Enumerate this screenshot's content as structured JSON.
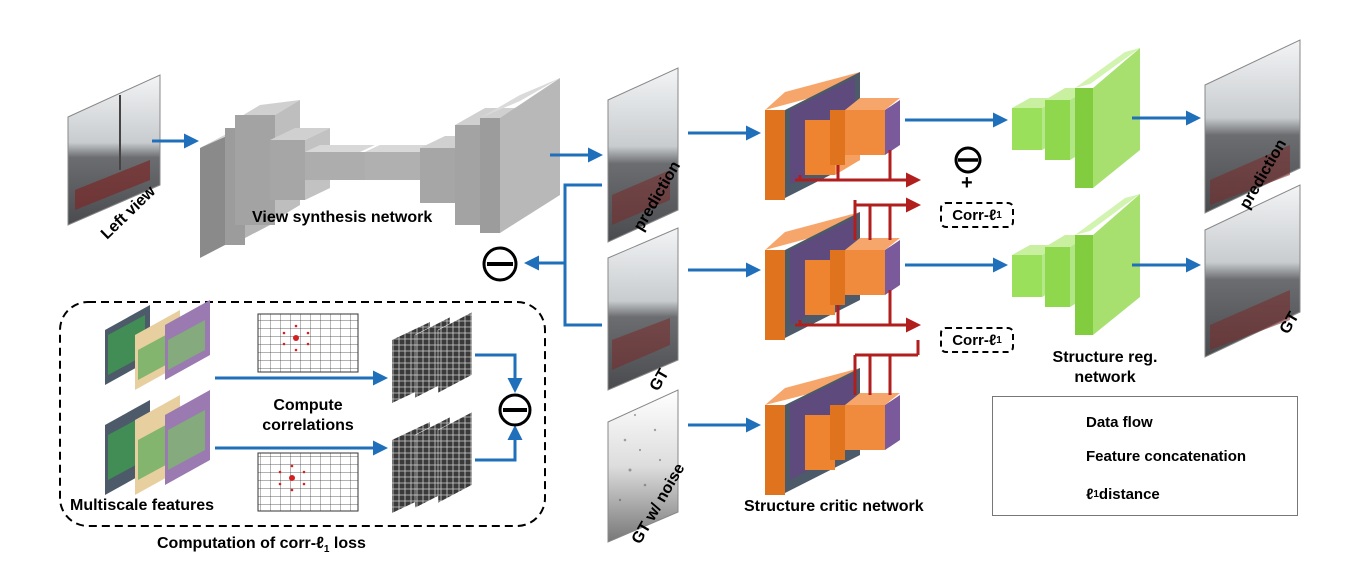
{
  "labels": {
    "left_view": "Left view",
    "view_synthesis": "View synthesis network",
    "prediction_input": "prediction",
    "gt_input": "GT",
    "gt_noise": "GT w/ noise",
    "structure_critic": "Structure critic network",
    "structure_reg_line1": "Structure reg.",
    "structure_reg_line2": "network",
    "prediction_output": "prediction",
    "gt_output": "GT",
    "corr_l1_top": "Corr-ℓ",
    "corr_l1_bottom": "Corr-ℓ",
    "corr_sub": "1",
    "plus_sign": "+",
    "compute_correlations_line1": "Compute",
    "compute_correlations_line2": "correlations",
    "multiscale_features": "Multiscale features",
    "computation_caption": "Computation of corr-ℓ",
    "computation_sub": "1",
    "computation_suffix": " loss"
  },
  "legend": {
    "data_flow": "Data flow",
    "feature_concat": "Feature concatenation",
    "l1_distance": "ℓ",
    "l1_sub": "1",
    "l1_suffix": " distance"
  },
  "colors": {
    "data_flow": "#1f6fba",
    "feature_concat": "#b01e1e",
    "critic_orange": "#f08a3c",
    "reg_green": "#9be05a",
    "synth_gray": "#b5b5b5"
  }
}
